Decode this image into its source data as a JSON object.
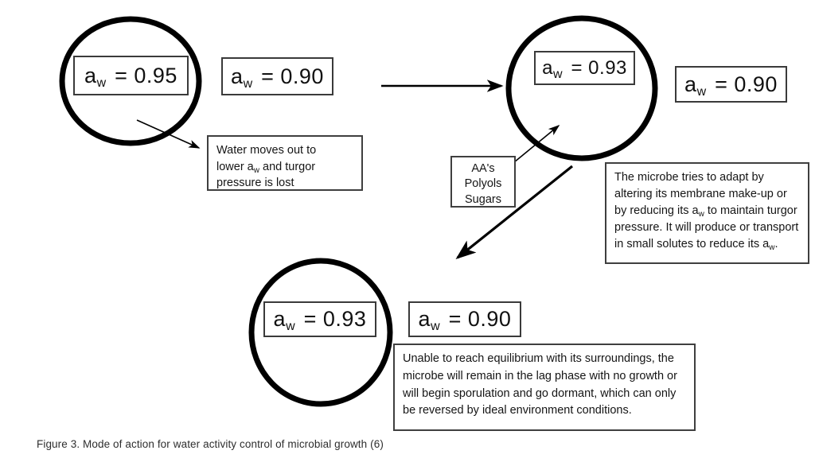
{
  "figure": {
    "caption": "Figure 3. Mode of action for water activity control of microbial growth (6)"
  },
  "stage1": {
    "cell_label_prefix": "a",
    "cell_label_sub": "w",
    "cell_label_value": "= 0.95",
    "environment_label_prefix": "a",
    "environment_label_sub": "w",
    "environment_label_value": "= 0.90",
    "note_line1": "Water moves out to",
    "note_line2_a": "lower a",
    "note_line2_sub": "w",
    "note_line2_b": " and turgor",
    "note_line3": "pressure is lost"
  },
  "stage2": {
    "cell_label_prefix": "a",
    "cell_label_sub": "w",
    "cell_label_value": "= 0.93",
    "environment_label_prefix": "a",
    "environment_label_sub": "w",
    "environment_label_value": "= 0.90",
    "solutes_line1": "AA's",
    "solutes_line2": "Polyols",
    "solutes_line3": "Sugars",
    "note_part1": "The microbe tries to adapt by altering its membrane make-up or by reducing its a",
    "note_sub1": "w",
    "note_part2": " to maintain turgor pressure. It will produce or transport in small solutes to reduce its a",
    "note_sub2": "w",
    "note_part3": "."
  },
  "stage3": {
    "cell_label_prefix": "a",
    "cell_label_sub": "w",
    "cell_label_value": "= 0.93",
    "environment_label_prefix": "a",
    "environment_label_sub": "w",
    "environment_label_value": "= 0.90",
    "note": "Unable to reach equilibrium with its surroundings, the microbe will remain in the lag phase with no growth or will begin sporulation and go dormant, which can only be reversed by ideal environment conditions."
  },
  "colors": {
    "stroke": "#000000",
    "box_border": "#3a3a3a",
    "background": "#ffffff",
    "caption_text": "#2e2e2e"
  },
  "diagram_data": {
    "type": "process-diagram",
    "stages": [
      {
        "id": "stage1",
        "cell_water_activity": 0.95,
        "environment_water_activity": 0.9,
        "outcome": "Water moves out to lower aw and turgor pressure is lost"
      },
      {
        "id": "stage2",
        "cell_water_activity": 0.93,
        "environment_water_activity": 0.9,
        "solutes": [
          "AA's",
          "Polyols",
          "Sugars"
        ],
        "outcome": "The microbe tries to adapt by altering its membrane make-up or by reducing its aw to maintain turgor pressure. It will produce or transport in small solutes to reduce its aw."
      },
      {
        "id": "stage3",
        "cell_water_activity": 0.93,
        "environment_water_activity": 0.9,
        "outcome": "Unable to reach equilibrium with its surroundings, the microbe will remain in the lag phase with no growth or will begin sporulation and go dormant, which can only be reversed by ideal environment conditions."
      }
    ],
    "connections": [
      {
        "from": "stage1",
        "to": "stage2",
        "style": "horizontal-arrow"
      },
      {
        "from": "stage2",
        "to": "stage3",
        "style": "diagonal-arrow"
      },
      {
        "from": "stage1-cell",
        "to": "stage1-note",
        "style": "thin-arrow"
      },
      {
        "from": "stage2-solutes",
        "to": "stage2-cell",
        "style": "thin-arrow"
      }
    ]
  }
}
